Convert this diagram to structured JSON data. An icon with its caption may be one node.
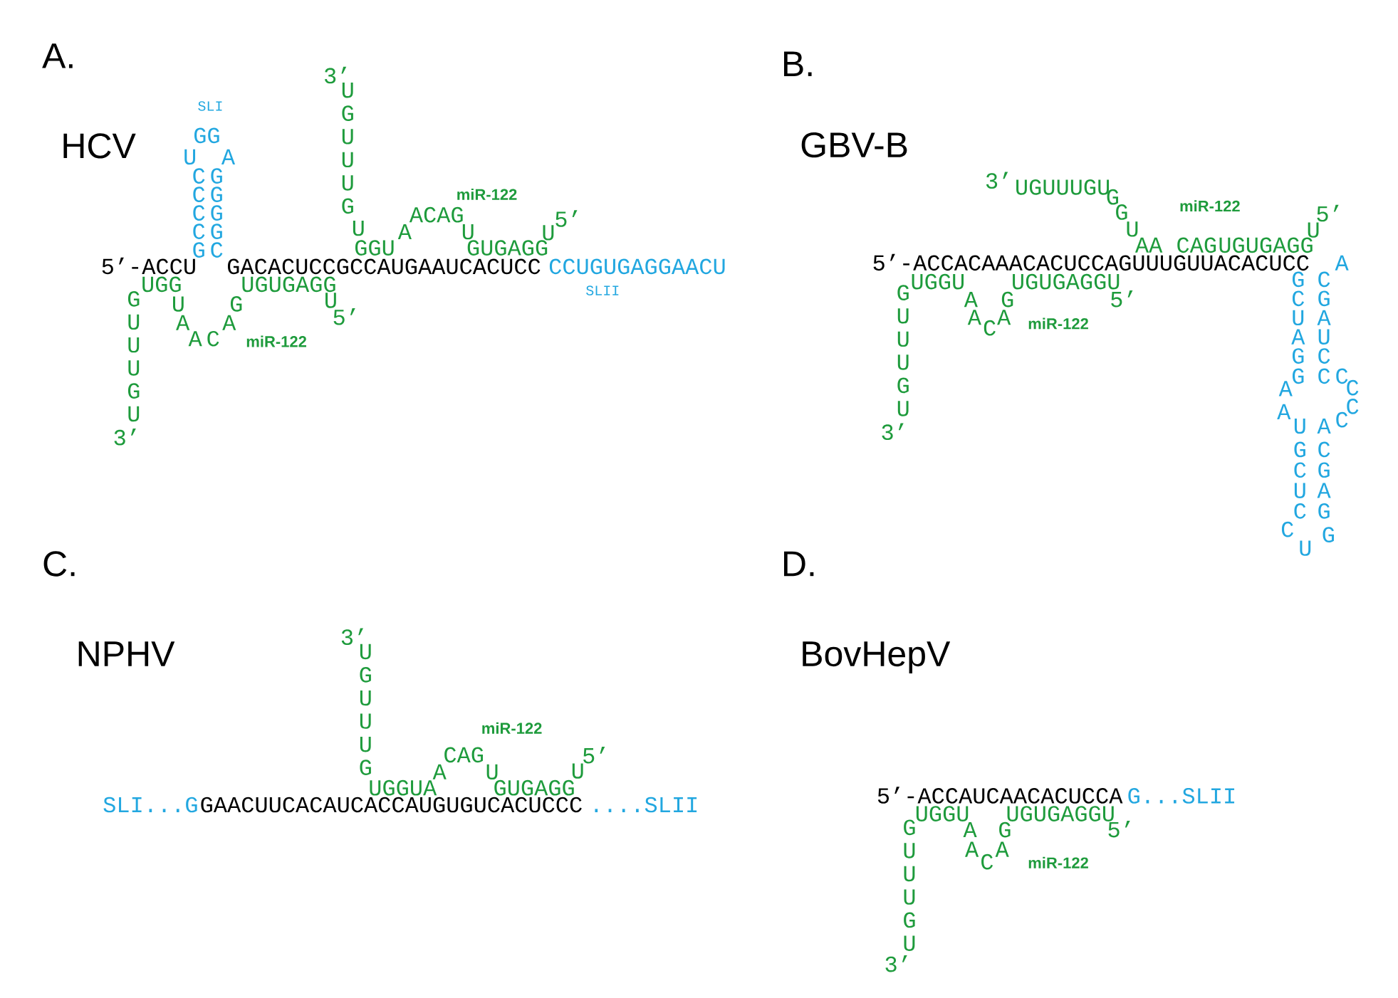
{
  "diagram": {
    "labels": [
      "A.",
      "HCV",
      "SLI",
      "GG",
      "U",
      "A",
      "C C C C G",
      "G G G G C",
      "3’",
      "U G U U U G",
      "miR-122",
      "ACAG",
      "5’",
      "U",
      "A",
      "U",
      "U",
      "GGU",
      "GUGAGG",
      "5’-ACCU",
      "GACACUCCGCCAUGAAUCACUCC",
      "CCUGUGAGGAACU",
      "UGG",
      "UGUGAGG",
      "SLII",
      "G U U U G U",
      "U",
      "G",
      "U",
      "A",
      "A",
      "5’",
      "A",
      "C",
      "miR-122",
      "3’",
      "B.",
      "GBV-B",
      "3’",
      "UGUUUGU",
      "G",
      "G",
      "miR-122",
      "5’",
      "U",
      "U",
      "AA CAG",
      "UGUGAGG",
      "5’-ACCACAAACACUCCAGUUUGUUACACUCC",
      "A",
      "UGGU",
      "UGUGAGGU",
      "G C U A G",
      "C G A U C",
      "G U U U G U",
      "A",
      "G",
      "5’",
      "A",
      "A",
      "C",
      "miR-122",
      "G",
      "C",
      "C",
      "A",
      "C",
      "A",
      "C",
      "U",
      "A",
      "C",
      "3’",
      "G C U C",
      "C G A G",
      "C",
      "G",
      "U",
      "C.",
      "NPHV",
      "3’",
      "U G U U U G",
      "miR-122",
      "CAG",
      "5’",
      "A",
      "U",
      "U",
      "UGGUA",
      "GUGAGG",
      "SLI...G",
      "GAACUUCACAUCACCAUGUGUCACUCCC",
      "....SLII",
      "D.",
      "BovHepV",
      "5’-ACCAUCAACACUCCA",
      "G...SLII",
      "UGGU",
      "UGUGAGGU",
      "G U U U G U",
      "A",
      "G",
      "5’",
      "A",
      "A",
      "C",
      "miR-122",
      "3’"
    ]
  }
}
